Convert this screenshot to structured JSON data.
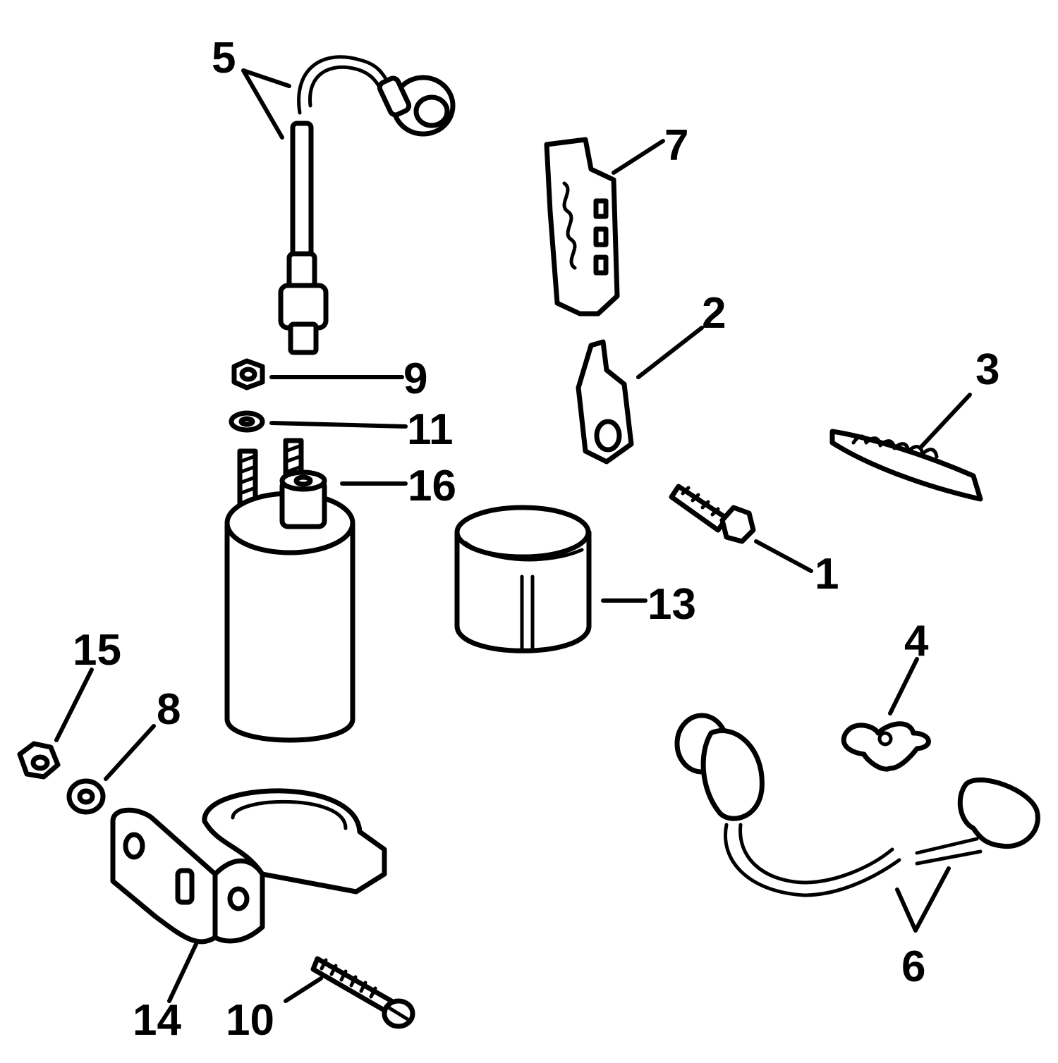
{
  "callouts": {
    "c1": "1",
    "c2": "2",
    "c3": "3",
    "c4": "4",
    "c5": "5",
    "c6": "6",
    "c7": "7",
    "c8": "8",
    "c9": "9",
    "c10": "10",
    "c11": "11",
    "c13": "13",
    "c14": "14",
    "c15": "15",
    "c16": "16"
  },
  "parts": [
    "high-tension-lead-upper",
    "terminal-block",
    "ground-strap",
    "lead-retainer",
    "hex-screw",
    "nut",
    "washer",
    "ignition-coil",
    "coil-sleeve",
    "hex-nut",
    "lockwasher",
    "coil-bracket",
    "round-head-screw",
    "spark-plug-lead",
    "star-retainer"
  ],
  "colors": {
    "ink": "#000000",
    "paper": "#ffffff"
  }
}
